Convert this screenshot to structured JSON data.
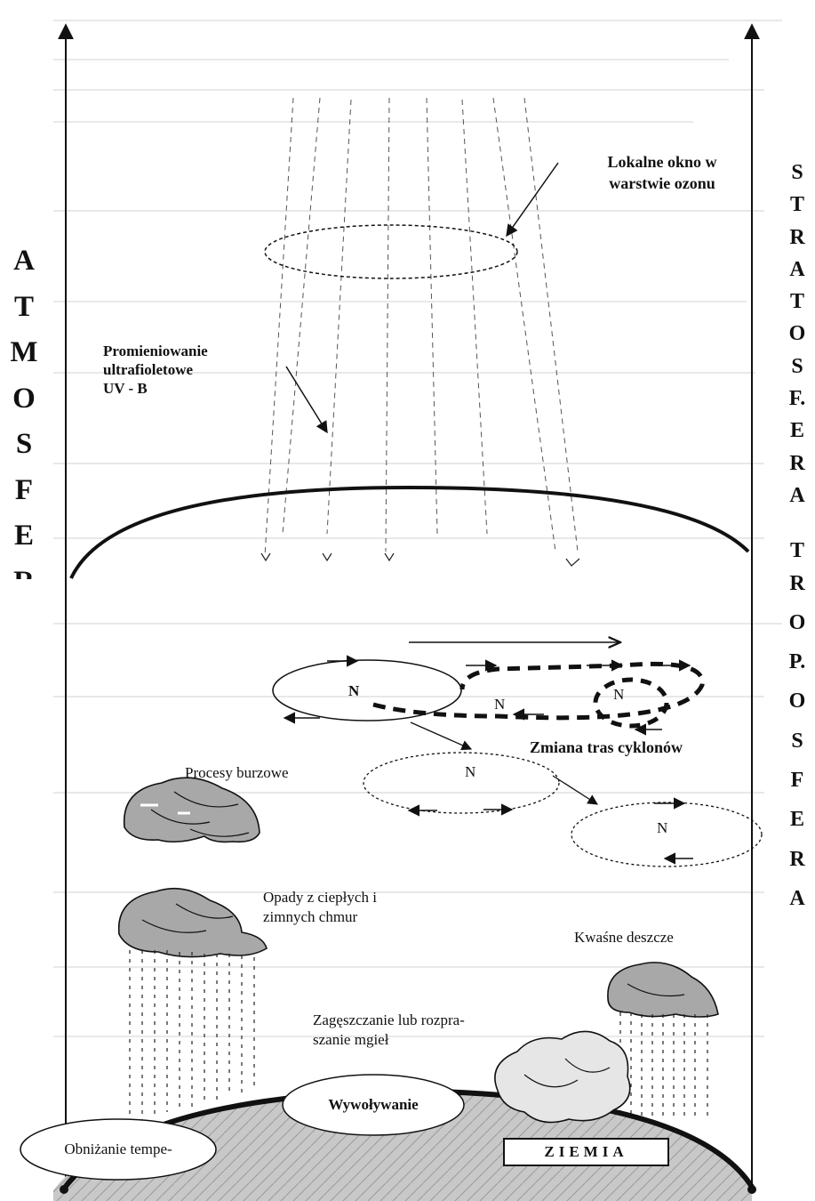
{
  "diagram": {
    "left_vertical_label": [
      "A",
      "T",
      "M",
      "O",
      "S",
      "F",
      "E",
      "R"
    ],
    "right_vertical_label": [
      "S",
      "T",
      "R",
      "A",
      "T",
      "O",
      "S",
      "F.",
      "E",
      "R",
      "A",
      "T",
      "R",
      "O",
      "P.",
      "O",
      "S",
      "F",
      "E",
      "R",
      "A"
    ],
    "ozone_window_label": "Lokalne okno w warstwie ozonu",
    "ozone_window_label_lines": [
      "Lokalne okno w",
      "warstwie ozonu"
    ],
    "uv_label_lines": [
      "Promieniowanie",
      "ultrafioletowe",
      "UV - B"
    ],
    "cyclone_symbol": "N",
    "cyclone_path_label": "Zmiana tras cyklonów",
    "storm_label": "Procesy burzowe",
    "precipitation_label_lines": [
      "Opady z ciepłych i",
      "zimnych chmur"
    ],
    "fog_label_lines": [
      "Zagęszczanie lub rozpra-",
      "szanie mgieł"
    ],
    "acid_rain_label": "Kwaśne deszcze",
    "cause_label": "Wywoływanie",
    "temperature_label": "Obniżanie tempe-",
    "earth_label": "ZIEMIA"
  },
  "colors": {
    "ink": "#111111",
    "earth_fill": "#c8c8c8",
    "cloud_fill": "#a8a8a8"
  }
}
